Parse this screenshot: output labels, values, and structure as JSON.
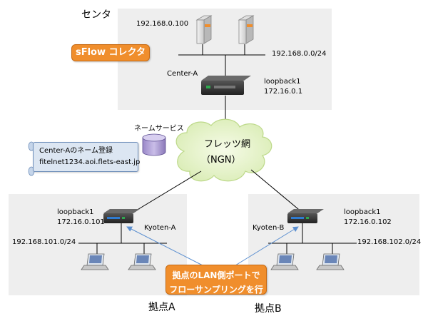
{
  "zones": {
    "center_label": "センタ",
    "kyoten_a_label": "拠点A",
    "kyoten_b_label": "拠点B"
  },
  "center": {
    "server_ip": "192.168.0.100",
    "collector_label": "sFlow コレクタ",
    "subnet": "192.168.0.0/24",
    "router_name": "Center-A",
    "loopback_label": "loopback1",
    "loopback_ip": "172.16.0.1"
  },
  "dns": {
    "label": "ネームサービス",
    "note_line1": "Center-Aのネーム登録",
    "note_line2": "fitelnet1234.aoi.flets-east.jp"
  },
  "cloud": {
    "line1": "フレッツ網",
    "line2": "（NGN）"
  },
  "kyoten_a": {
    "loopback_label": "loopback1",
    "loopback_ip": "172.16.0.101",
    "router_name": "Kyoten-A",
    "subnet": "192.168.101.0/24"
  },
  "kyoten_b": {
    "loopback_label": "loopback1",
    "loopback_ip": "172.16.0.102",
    "router_name": "Kyoten-B",
    "subnet": "192.168.102.0/24"
  },
  "sampling_note": {
    "line1": "拠点のLAN側ポートで",
    "line2": "フローサンプリングを行う"
  },
  "colors": {
    "zone_bg": "#eeeeee",
    "accent_orange": "#f08e2c",
    "note_blue": "#dce6f2",
    "arrow_blue": "#5b8fd0"
  }
}
